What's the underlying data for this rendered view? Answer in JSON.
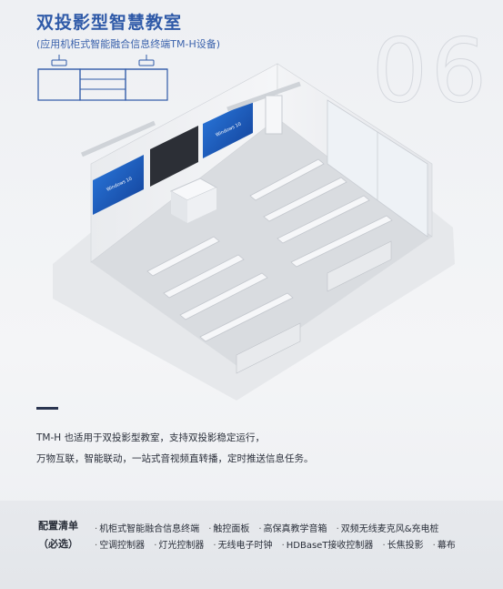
{
  "header": {
    "title": "双投影型智慧教室",
    "subtitle": "(应用机柜式智能融合信息终端TM-H设备)",
    "number": "06"
  },
  "scene": {
    "screen_left_text": "Windows 10",
    "screen_right_text": "Windows 10"
  },
  "description": {
    "line1": "TM-H 也适用于双投影型教室，支持双投影稳定运行，",
    "line2": "万物互联，智能联动，一站式音视频直转播，定时推送信息任务。"
  },
  "config": {
    "label_line1": "配置清单",
    "label_line2": "（必选）",
    "row1": [
      "机柜式智能融合信息终端",
      "触控面板",
      "高保真教学音箱",
      "双频无线麦克风&充电桩"
    ],
    "row2": [
      "空调控制器",
      "灯光控制器",
      "无线电子时钟",
      "HDBaseT接收控制器",
      "长焦投影",
      "幕布"
    ]
  },
  "colors": {
    "title": "#2f5aa8",
    "screen_blue": "#1f5cc4",
    "room_wall": "#f2f3f5",
    "floor": "#dcdfe3"
  }
}
